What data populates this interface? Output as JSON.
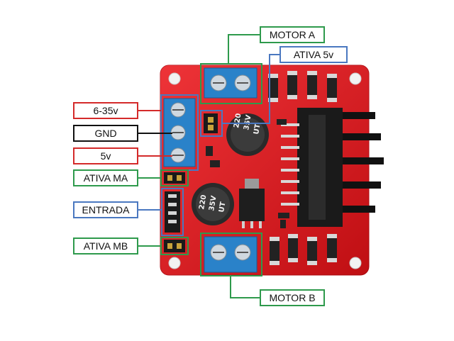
{
  "colors": {
    "pcb": "#e5161d",
    "terminal": "#2a82c9",
    "label_red": "#d42a2a",
    "label_black": "#111111",
    "label_green": "#2e9a4c",
    "label_blue": "#4a78c0"
  },
  "labels": {
    "motor_a": "MOTOR A",
    "ativa_5v": "ATIVA 5v",
    "v6_35": "6-35v",
    "gnd": "GND",
    "v5": "5v",
    "ativa_ma": "ATIVA MA",
    "entrada": "ENTRADA",
    "ativa_mb": "ATIVA MB",
    "motor_b": "MOTOR B"
  },
  "board": {
    "capacitor_text": [
      "220",
      "35V",
      "UT"
    ]
  }
}
